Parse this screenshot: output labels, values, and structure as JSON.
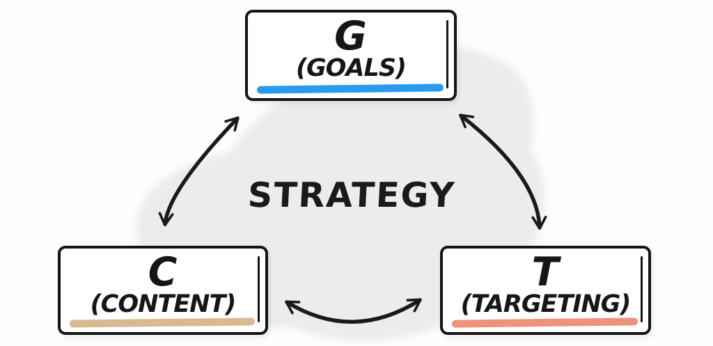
{
  "title": "STRATEGY",
  "nodes": [
    {
      "id": "goals",
      "letter": "G",
      "label": "(GOALS)",
      "underline_color": "#2a9aec"
    },
    {
      "id": "content",
      "letter": "C",
      "label": "(CONTENT)",
      "underline_color": "#d9ba90"
    },
    {
      "id": "targeting",
      "letter": "T",
      "label": "(TARGETING)",
      "underline_color": "#f0917a"
    }
  ],
  "connections": [
    {
      "from": "goals",
      "to": "content",
      "bidirectional": true
    },
    {
      "from": "goals",
      "to": "targeting",
      "bidirectional": true
    },
    {
      "from": "content",
      "to": "targeting",
      "bidirectional": true
    }
  ],
  "colors": {
    "ink": "#1a1a1a",
    "background": "#fdfdfd",
    "blob": "#ececeb",
    "box_fill": "#ffffff",
    "box_border": "#141414"
  }
}
